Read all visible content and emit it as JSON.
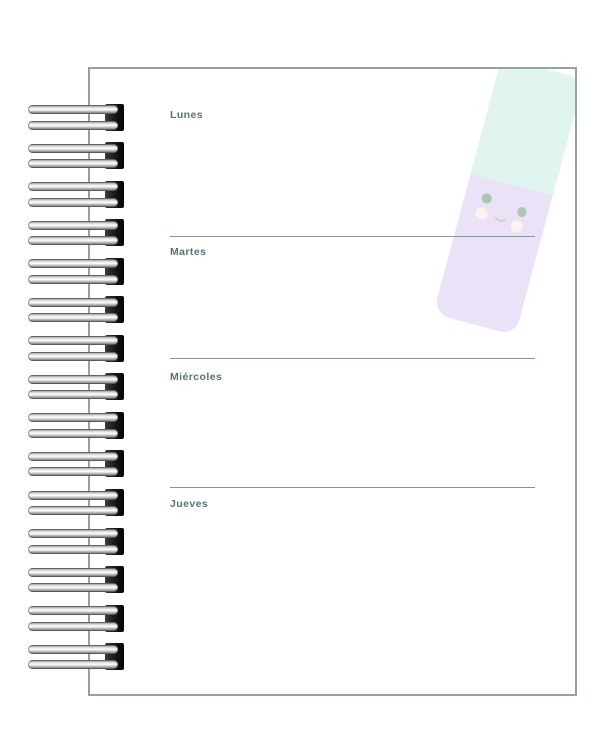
{
  "days": [
    "Lunes",
    "Martes",
    "Miércoles",
    "Jueves"
  ],
  "spiral": {
    "ring_count": 15
  },
  "illustration": {
    "name": "kawaii-eraser",
    "parts": [
      "mint-cap",
      "lavender-body",
      "smiley-face"
    ]
  },
  "colors": {
    "page_border": "#97a0a4",
    "divider": "#86959a",
    "label_text": "#5a7177",
    "eraser_cap": "#e0f5ef",
    "eraser_body": "#ebe2f7",
    "face_eye": "#aac8b4",
    "face_smile": "#bfd8c8",
    "face_cheek": "#fdf2f0",
    "wire_metal": "#d9d9d9",
    "clamp": "#161616"
  }
}
